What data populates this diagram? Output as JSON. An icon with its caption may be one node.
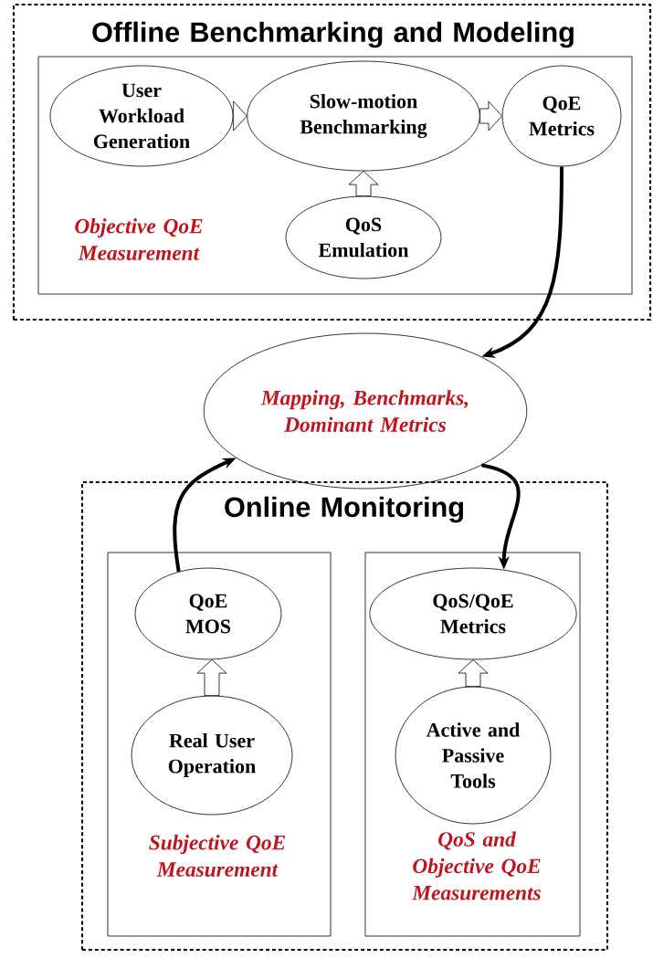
{
  "diagram": {
    "nodes": [
      {
        "text": [
          "Offline Benchmarking and Modeling"
        ]
      },
      {
        "text": [
          "Objective QoE Measurement"
        ],
        "in": 0
      },
      {
        "text": [
          "User Workload Generation"
        ],
        "in": 1
      },
      {
        "text": [
          "Slow-motion Benchmarking"
        ],
        "in": 1
      },
      {
        "text": [
          "QoE Metrics"
        ],
        "in": 1
      },
      {
        "text": [
          "QoS Emulation"
        ],
        "in": 1
      },
      {
        "text": [
          "Mapping, Benchmarks, Dominant Metrics"
        ]
      },
      {
        "text": [
          "Online Monitoring"
        ]
      },
      {
        "text": [
          "Subjective QoE Measurement"
        ],
        "in": 7
      },
      {
        "text": [
          "QoE MOS"
        ],
        "in": 8
      },
      {
        "text": [
          "Real User Operation"
        ],
        "in": 8
      },
      {
        "text": [
          "QoS and Objective QoE Measurements"
        ],
        "in": 7
      },
      {
        "text": [
          "QoS/QoE Metrics"
        ],
        "in": 11
      },
      {
        "text": [
          "Active and Passive Tools"
        ],
        "in": 11
      }
    ],
    "edges": [
      {
        "from": 2,
        "to": 3,
        "arrow": "to"
      },
      {
        "from": 3,
        "to": 4,
        "arrow": "to"
      },
      {
        "from": 5,
        "to": 3,
        "arrow": "to"
      },
      {
        "from": 4,
        "to": 6,
        "arrow": "to"
      },
      {
        "from": 9,
        "to": 6,
        "arrow": "to"
      },
      {
        "from": 6,
        "to": 12,
        "arrow": "to"
      },
      {
        "from": 10,
        "to": 9,
        "arrow": "to"
      },
      {
        "from": 13,
        "to": 12,
        "arrow": "to"
      }
    ]
  }
}
